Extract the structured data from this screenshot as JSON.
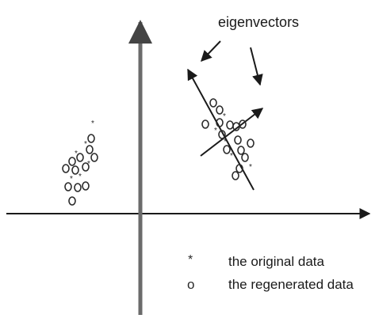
{
  "annotation": {
    "text": "eigenvectors"
  },
  "legend": {
    "items": [
      {
        "symbol": "*",
        "label": "the original data"
      },
      {
        "symbol": "o",
        "label": "the regenerated data"
      }
    ]
  },
  "colors": {
    "ink": "#1a1a1a",
    "axis": "#6b6b6b"
  }
}
